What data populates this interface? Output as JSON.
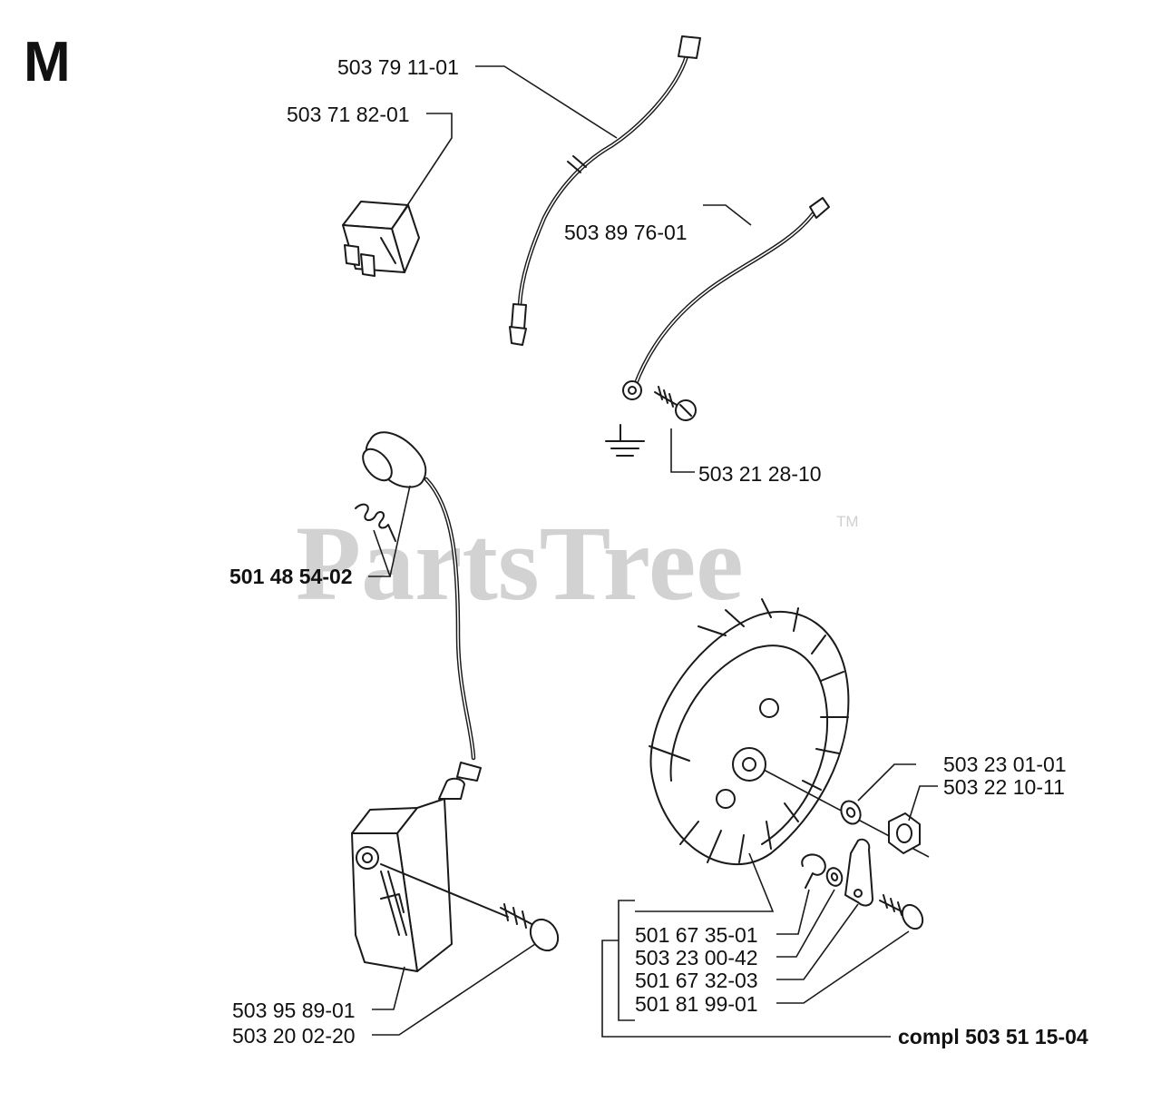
{
  "section_letter": "M",
  "watermark": {
    "text": "PartsTree",
    "trademark": "TM"
  },
  "parts": {
    "wire_lead": "503 79 11-01",
    "switch": "503 71 82-01",
    "ground_lead": "503 89 76-01",
    "ground_screw": "503 21 28-10",
    "spark_plug_spring": "501 48 54-02",
    "washer": "503 23 01-01",
    "nut": "503 22 10-11",
    "ignition_module": "503 95 89-01",
    "module_screw": "503 20 02-20",
    "pawl_spring": "501 67 35-01",
    "pawl_washer": "503 23 00-42",
    "starter_pawl": "501 67 32-03",
    "pawl_screw": "501 81 99-01",
    "flywheel_complete": "compl 503 51 15-04"
  },
  "colors": {
    "line": "#1a1a1a",
    "watermark": "#d2d2d2",
    "background": "#ffffff"
  }
}
